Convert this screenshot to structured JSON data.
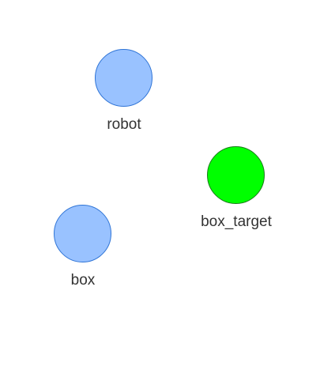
{
  "nodes": [
    {
      "id": "robot",
      "label": "robot",
      "fill": "#99c2ff",
      "stroke": "#2f74d6"
    },
    {
      "id": "box_target",
      "label": "box_target",
      "fill": "#00ff00",
      "stroke": "#1a7a1a"
    },
    {
      "id": "box",
      "label": "box",
      "fill": "#99c2ff",
      "stroke": "#2f74d6"
    }
  ]
}
